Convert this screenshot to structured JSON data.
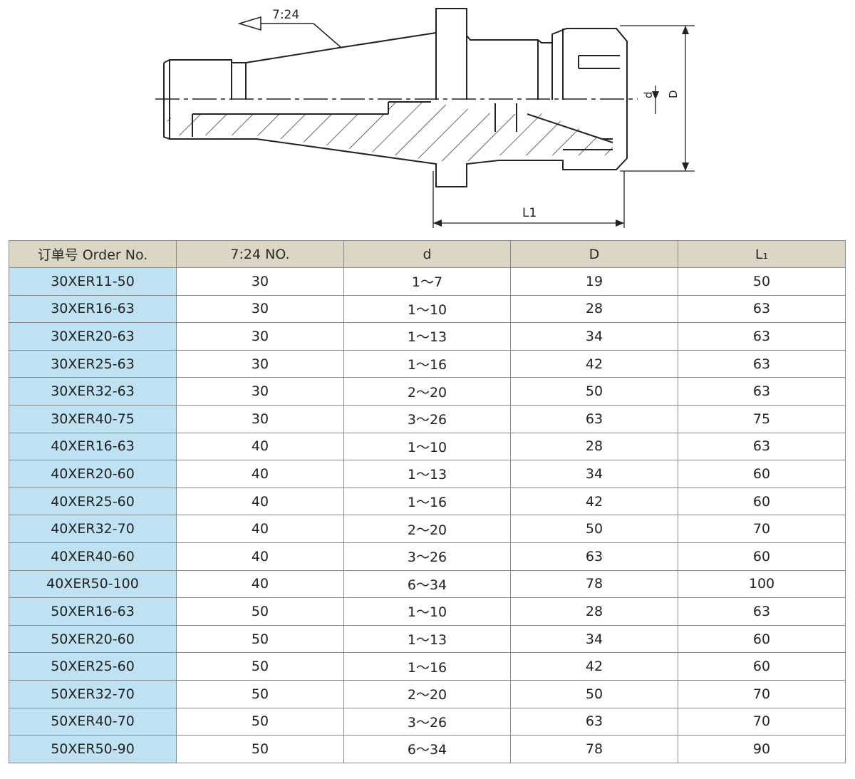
{
  "drawing": {
    "taper_label": "7:24",
    "dim_d": "d",
    "dim_D": "D",
    "dim_L1": "L1"
  },
  "table": {
    "headers": [
      "订单号 Order No.",
      "7:24 NO.",
      "d",
      "D",
      "L₁"
    ],
    "rows": [
      [
        "30XER11-50",
        "30",
        "1～7",
        "19",
        "50"
      ],
      [
        "30XER16-63",
        "30",
        "1～10",
        "28",
        "63"
      ],
      [
        "30XER20-63",
        "30",
        "1～13",
        "34",
        "63"
      ],
      [
        "30XER25-63",
        "30",
        "1～16",
        "42",
        "63"
      ],
      [
        "30XER32-63",
        "30",
        "2～20",
        "50",
        "63"
      ],
      [
        "30XER40-75",
        "30",
        "3～26",
        "63",
        "75"
      ],
      [
        "40XER16-63",
        "40",
        "1～10",
        "28",
        "63"
      ],
      [
        "40XER20-60",
        "40",
        "1～13",
        "34",
        "60"
      ],
      [
        "40XER25-60",
        "40",
        "1～16",
        "42",
        "60"
      ],
      [
        "40XER32-70",
        "40",
        "2～20",
        "50",
        "70"
      ],
      [
        "40XER40-60",
        "40",
        "3～26",
        "63",
        "60"
      ],
      [
        "40XER50-100",
        "40",
        "6～34",
        "78",
        "100"
      ],
      [
        "50XER16-63",
        "50",
        "1～10",
        "28",
        "63"
      ],
      [
        "50XER20-60",
        "50",
        "1～13",
        "34",
        "60"
      ],
      [
        "50XER25-60",
        "50",
        "1～16",
        "42",
        "60"
      ],
      [
        "50XER32-70",
        "50",
        "2～20",
        "50",
        "70"
      ],
      [
        "50XER40-70",
        "50",
        "3～26",
        "63",
        "70"
      ],
      [
        "50XER50-90",
        "50",
        "6～34",
        "78",
        "90"
      ]
    ]
  }
}
